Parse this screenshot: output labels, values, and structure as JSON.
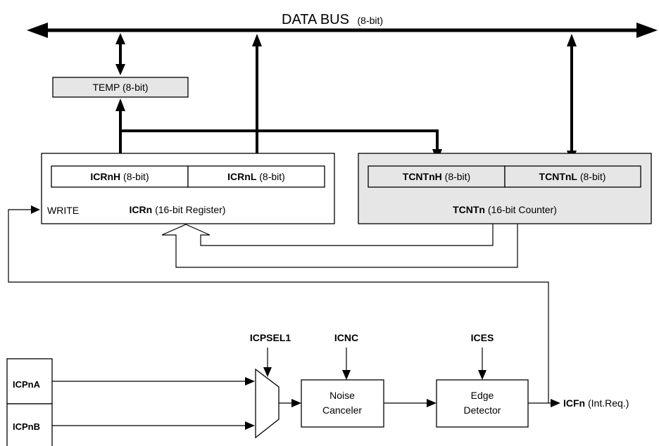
{
  "bus": {
    "title": "DATA BUS",
    "width": "(8-bit)"
  },
  "temp": {
    "label": "TEMP (8-bit)"
  },
  "icr": {
    "high": {
      "name": "ICRnH",
      "width": "(8-bit)"
    },
    "low": {
      "name": "ICRnL",
      "width": "(8-bit)"
    },
    "write": "WRITE",
    "name": "ICRn",
    "desc": "(16-bit Register)"
  },
  "tcnt": {
    "high": {
      "name": "TCNTnH",
      "width": "(8-bit)"
    },
    "low": {
      "name": "TCNTnL",
      "width": "(8-bit)"
    },
    "name": "TCNTn",
    "desc": "(16-bit Counter)"
  },
  "controls": {
    "icpsel": "ICPSEL1",
    "icnc": "ICNC",
    "ices": "ICES"
  },
  "inputs": {
    "a": "ICPnA",
    "b": "ICPnB"
  },
  "noise": {
    "line1": "Noise",
    "line2": "Canceler"
  },
  "edge": {
    "line1": "Edge",
    "line2": "Detector"
  },
  "output": {
    "name": "ICFn",
    "desc": "(Int.Req.)"
  },
  "colors": {
    "register_fill": "#e6e6e6",
    "line": "#000000",
    "background": "#ffffff"
  }
}
